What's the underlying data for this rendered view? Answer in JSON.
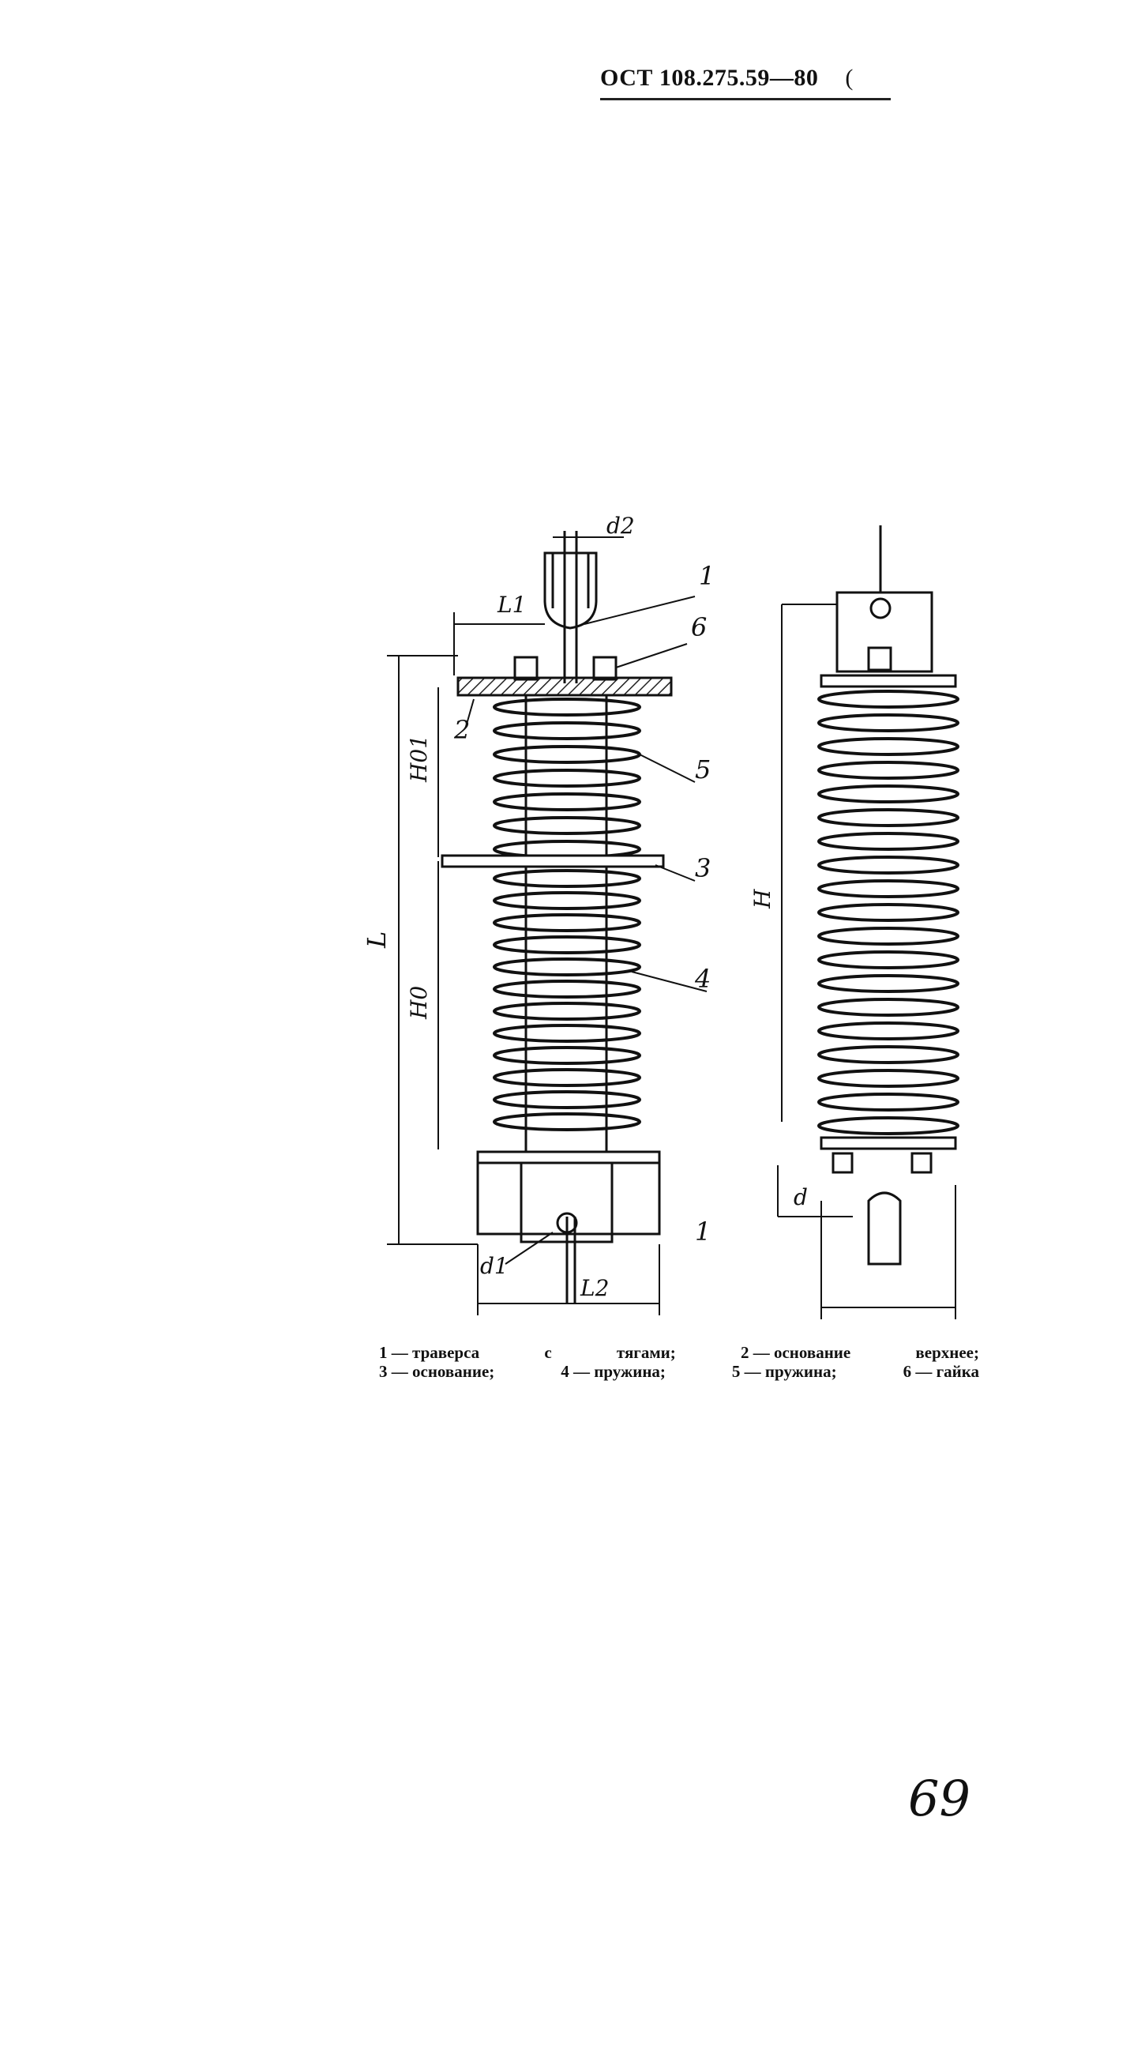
{
  "header": {
    "doc_code": "ОСТ 108.275.59—80",
    "mark": "("
  },
  "figure": {
    "dimensions": {
      "d2": "d2",
      "L1": "L1",
      "H01": "H01",
      "H0": "H0",
      "L": "L",
      "d1": "d1",
      "L2": "L2",
      "H": "H",
      "d": "d"
    },
    "callouts": {
      "c1": "1",
      "c2": "2",
      "c3": "3",
      "c4": "4",
      "c5": "5",
      "c6": "6",
      "c1b": "1"
    }
  },
  "caption": {
    "line1": [
      "1 — траверса",
      "с",
      "тягами;",
      "2 — основание",
      "верхнее;"
    ],
    "line2": [
      "3 — основание;",
      "4 — пружина;",
      "5 — пружина;",
      "6 — гайка"
    ]
  },
  "page_number": "69"
}
